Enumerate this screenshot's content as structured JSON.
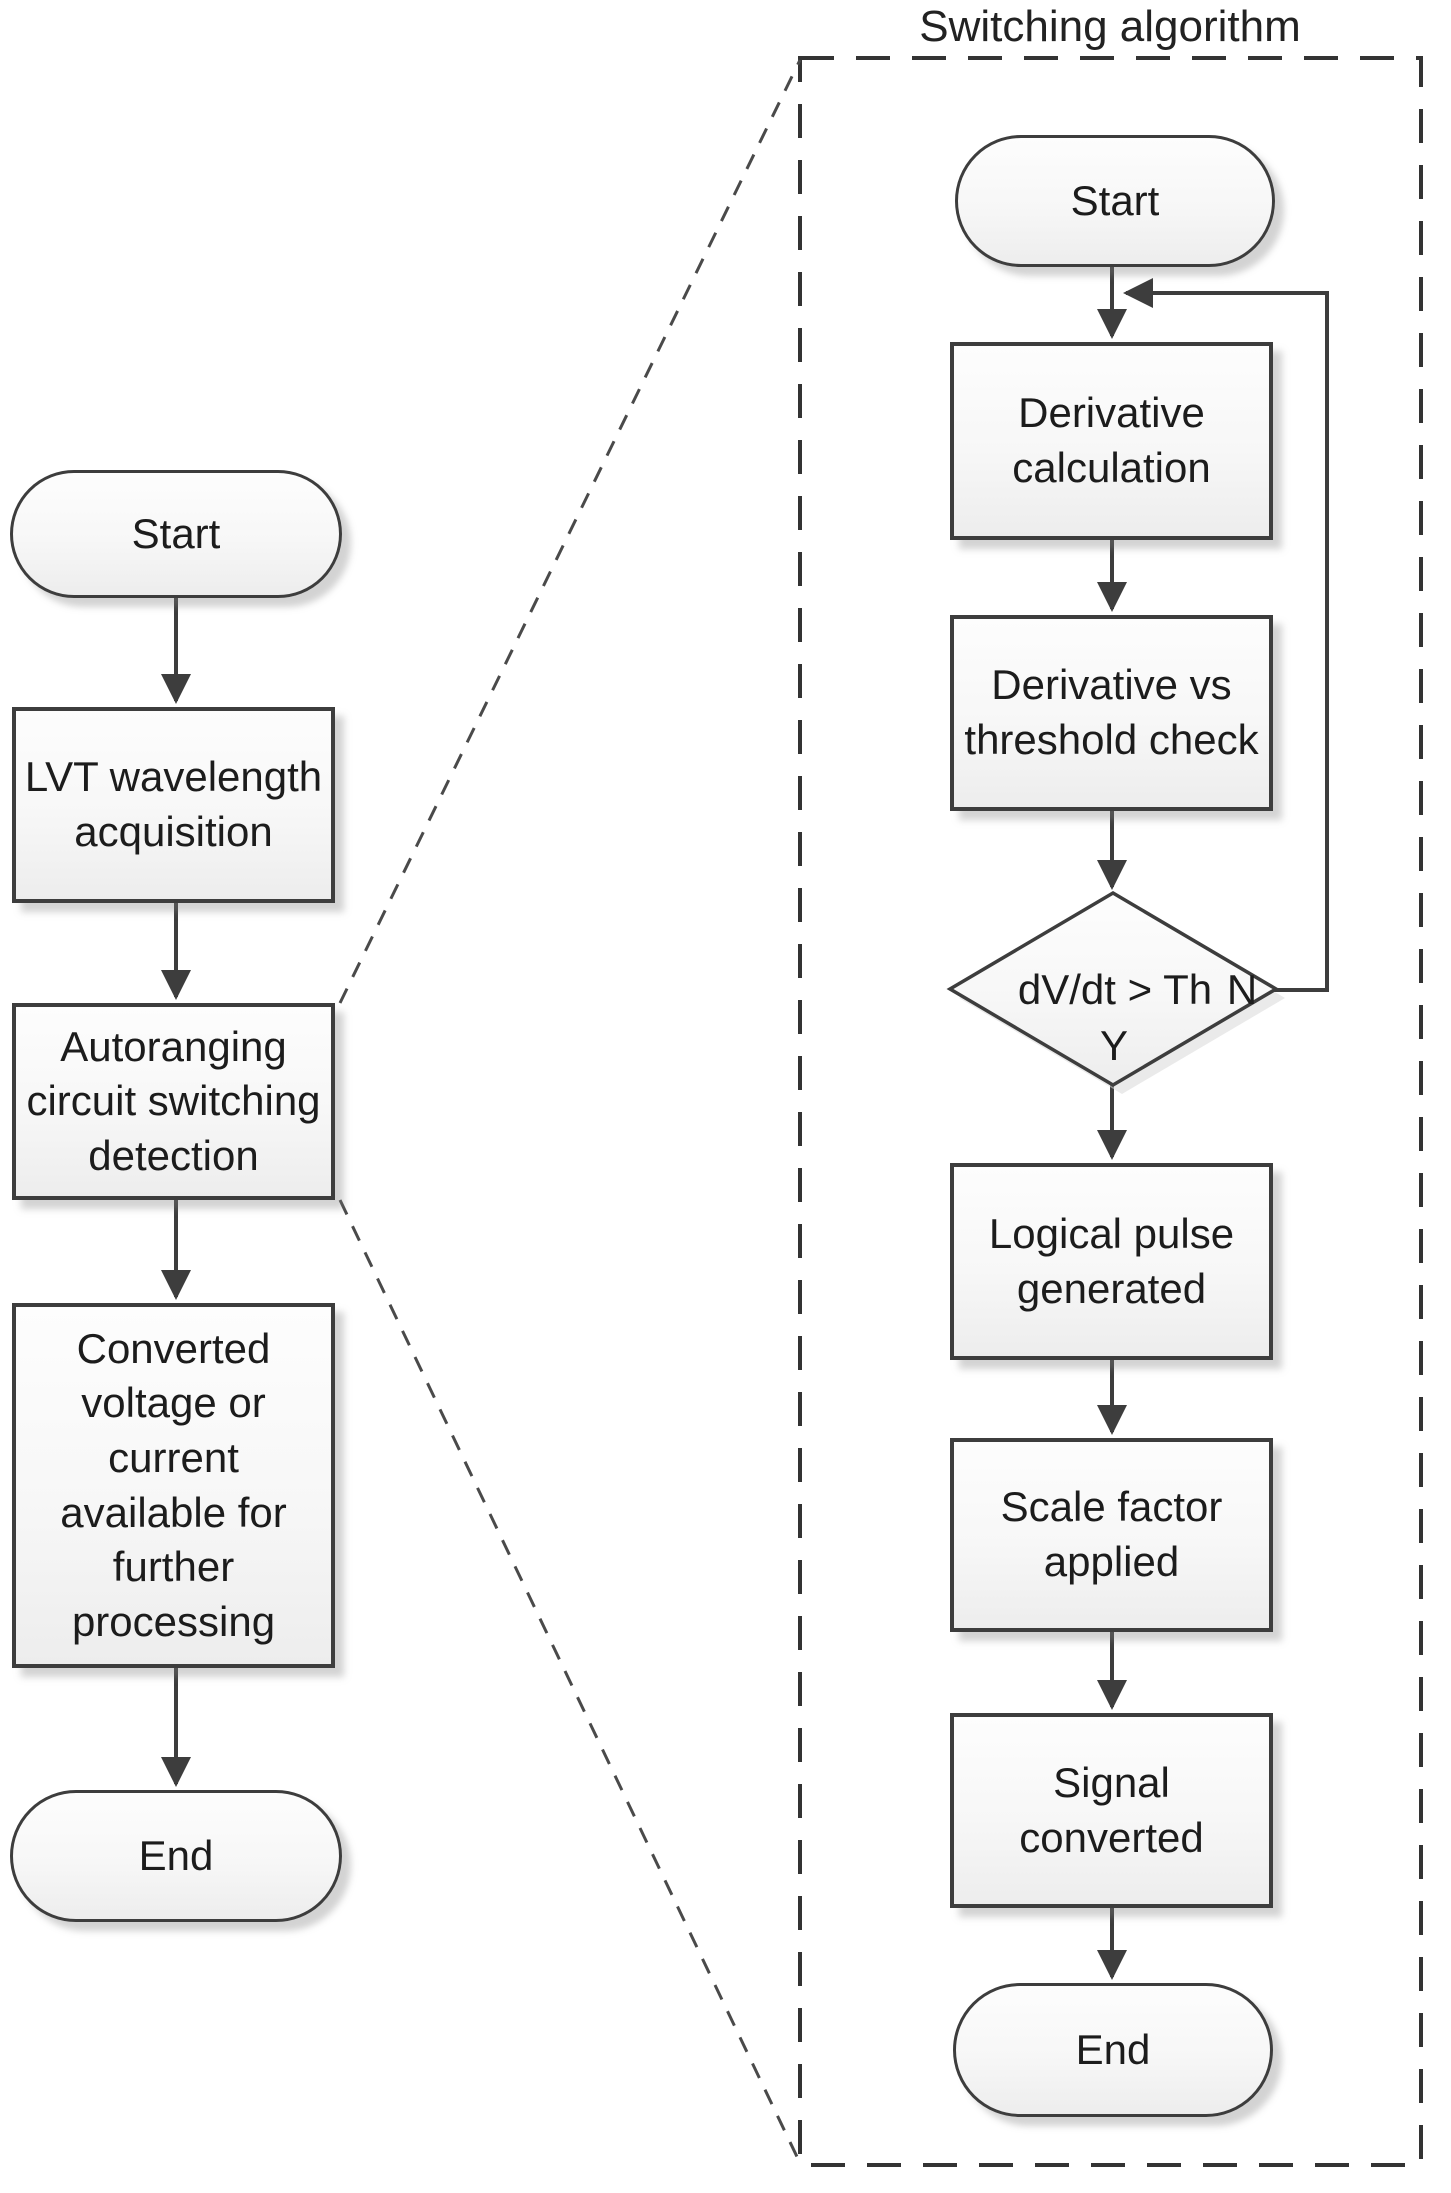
{
  "diagram": {
    "type": "flowchart",
    "colors": {
      "line": "#3d3d3d",
      "node_border": "#3d3d3d",
      "node_fill_top": "#fdfdfd",
      "node_fill_bottom": "#ededed",
      "text": "#1c1c1c",
      "background": "#ffffff"
    },
    "main_flow": {
      "start": "Start",
      "lvt_acquisition": "LVT wavelength\nacquisition",
      "autoranging_detection": "Autoranging\ncircuit switching\ndetection",
      "converted_output": "Converted\nvoltage or\ncurrent\navailable for\nfurther\nprocessing",
      "end": "End"
    },
    "switching_algorithm": {
      "title": "Switching algorithm",
      "start": "Start",
      "derivative_calculation": "Derivative\ncalculation",
      "threshold_check": "Derivative vs\nthreshold check",
      "decision": "dV/dt > Th",
      "decision_no": "N",
      "decision_yes": "Y",
      "logical_pulse": "Logical pulse\ngenerated",
      "scale_factor": "Scale factor\napplied",
      "signal_converted": "Signal\nconverted",
      "end": "End"
    },
    "edges": [
      {
        "from": "main.start",
        "to": "main.lvt_acquisition"
      },
      {
        "from": "main.lvt_acquisition",
        "to": "main.autoranging_detection"
      },
      {
        "from": "main.autoranging_detection",
        "to": "main.converted_output"
      },
      {
        "from": "main.converted_output",
        "to": "main.end"
      },
      {
        "from": "algo.start",
        "to": "algo.derivative_calculation"
      },
      {
        "from": "algo.derivative_calculation",
        "to": "algo.threshold_check"
      },
      {
        "from": "algo.threshold_check",
        "to": "algo.decision"
      },
      {
        "from": "algo.decision",
        "to": "algo.derivative_calculation",
        "label": "N"
      },
      {
        "from": "algo.decision",
        "to": "algo.logical_pulse",
        "label": "Y"
      },
      {
        "from": "algo.logical_pulse",
        "to": "algo.scale_factor"
      },
      {
        "from": "algo.scale_factor",
        "to": "algo.signal_converted"
      },
      {
        "from": "algo.signal_converted",
        "to": "algo.end"
      },
      {
        "from": "main.autoranging_detection",
        "to": "algo.panel",
        "style": "zoom-callout"
      }
    ]
  }
}
